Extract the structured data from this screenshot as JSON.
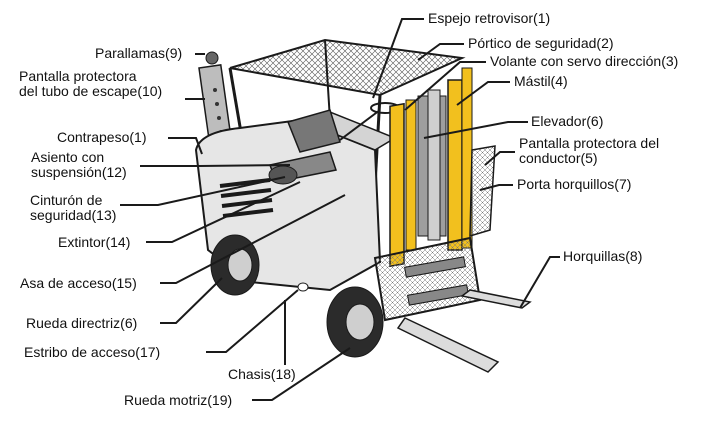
{
  "diagram": {
    "callouts": [
      {
        "id": "espejo",
        "text": "Espejo retrovisor(1)"
      },
      {
        "id": "portico",
        "text": "Pórtico de seguridad(2)"
      },
      {
        "id": "volante",
        "text": "Volante con servo dirección(3)"
      },
      {
        "id": "mastil",
        "text": "Mástil(4)"
      },
      {
        "id": "elevador",
        "text": "Elevador(6)"
      },
      {
        "id": "pantalla-conductor",
        "lines": [
          "Pantalla protectora del",
          "conductor(5)"
        ]
      },
      {
        "id": "porta",
        "text": "Porta horquillos(7)"
      },
      {
        "id": "horquillas",
        "text": "Horquillas(8)"
      },
      {
        "id": "parallamas",
        "text": "Parallamas(9)"
      },
      {
        "id": "pantalla-escape",
        "lines": [
          "Pantalla protectora",
          "del tubo de escape(10)"
        ]
      },
      {
        "id": "contrapeso",
        "text": "Contrapeso(1)"
      },
      {
        "id": "asiento",
        "lines": [
          "Asiento con",
          "suspensión(12)"
        ]
      },
      {
        "id": "cinturon",
        "lines": [
          "Cinturón de",
          "seguridad(13)"
        ]
      },
      {
        "id": "extintor",
        "text": "Extintor(14)"
      },
      {
        "id": "asa",
        "text": "Asa de acceso(15)"
      },
      {
        "id": "rueda-directriz",
        "text": "Rueda directriz(6)"
      },
      {
        "id": "estribo",
        "text": "Estribo de acceso(17)"
      },
      {
        "id": "chasis",
        "text": "Chasis(18)"
      },
      {
        "id": "rueda-motriz",
        "text": "Rueda motriz(19)"
      }
    ],
    "colors": {
      "mast": "#f2c01e",
      "body": "#e6e6e6",
      "outline": "#1a1a1a",
      "line": "#1a1a1a"
    }
  }
}
